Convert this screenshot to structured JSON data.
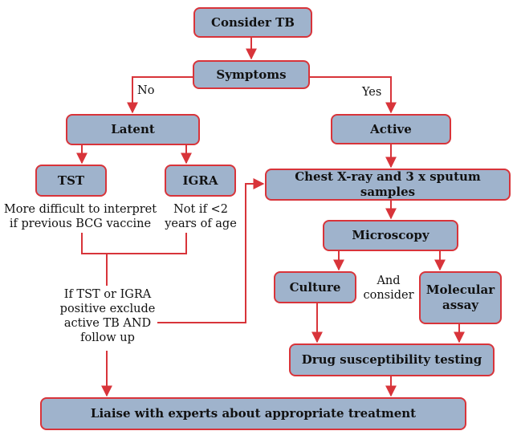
{
  "nodes": {
    "consider_tb": "Consider TB",
    "symptoms": "Symptoms",
    "latent": "Latent",
    "active": "Active",
    "tst": "TST",
    "igra": "IGRA",
    "chest_xray": "Chest X-ray and 3 x sputum samples",
    "microscopy": "Microscopy",
    "culture": "Culture",
    "molecular_assay": "Molecular assay",
    "drug_testing": "Drug susceptibility testing",
    "liaise": "Liaise with experts about appropriate treatment"
  },
  "labels": {
    "no": "No",
    "yes": "Yes",
    "tst_note": "More difficult to interpret if previous BCG vaccine",
    "igra_note": "Not if <2 years of age",
    "positive_note": "If TST or IGRA positive exclude active TB AND follow up",
    "and_consider": "And consider"
  },
  "colors": {
    "box_fill": "#9fb3cc",
    "border_and_arrows": "#d8343a"
  }
}
